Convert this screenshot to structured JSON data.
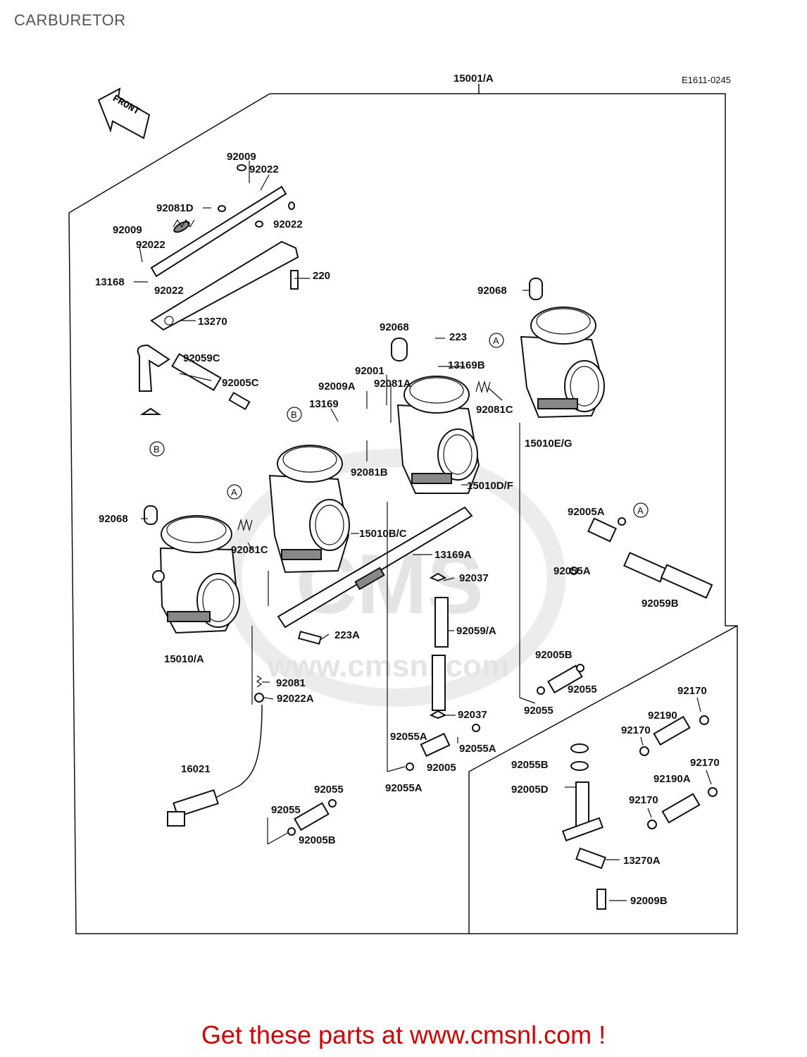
{
  "page": {
    "title": "CARBURETOR",
    "footer": "Get these parts at www.cmsnl.com !"
  },
  "diagram": {
    "ref_code": "E1611-0245",
    "front_arrow": "FRONT",
    "watermark": "www.cmsnl.com",
    "watermark_logo": "CMS",
    "callouts": {
      "a1": "A",
      "a2": "A",
      "a3": "A",
      "b1": "B",
      "b2": "B"
    },
    "labels": {
      "p15001A": "15001/A",
      "p92009_top": "92009",
      "p92022_top": "92022",
      "p92081D": "92081D",
      "p92022_r": "92022",
      "p92009_l": "92009",
      "p92022_l": "92022",
      "p13168": "13168",
      "p92022_b": "92022",
      "p220": "220",
      "p13270": "13270",
      "p92068_tr": "92068",
      "p92068_m": "92068",
      "p223": "223",
      "p13169B": "13169B",
      "p92001": "92001",
      "p92009A": "92009A",
      "p92081A": "92081A",
      "p92081C_tr": "92081C",
      "p15010EG": "15010E/G",
      "p92059C": "92059C",
      "p92005C": "92005C",
      "p13169": "13169",
      "p92081B": "92081B",
      "p15010DF": "15010D/F",
      "p92068_l": "92068",
      "p92081C_l": "92081C",
      "p15010BC": "15010B/C",
      "p13169A": "13169A",
      "p92005A": "92005A",
      "p92055A_r": "92055A",
      "p92059B": "92059B",
      "p92037_t": "92037",
      "p92059A": "92059/A",
      "p15010A": "15010/A",
      "p223A": "223A",
      "p92005B_r": "92005B",
      "p92055_r1": "92055",
      "p92055_r2": "92055",
      "p92081": "92081",
      "p92022A": "92022A",
      "p92037_b": "92037",
      "p92055A_1": "92055A",
      "p92055A_2": "92055A",
      "p92005": "92005",
      "p92055A_3": "92055A",
      "p92170_1": "92170",
      "p92190": "92190",
      "p92170_2": "92170",
      "p92170_3": "92170",
      "p92190A": "92190A",
      "p92170_4": "92170",
      "p92055B": "92055B",
      "p92005D": "92005D",
      "p13270A": "13270A",
      "p92009B": "92009B",
      "p16021": "16021",
      "p92055_b1": "92055",
      "p92055_b2": "92055",
      "p92005B_b": "92005B"
    }
  }
}
